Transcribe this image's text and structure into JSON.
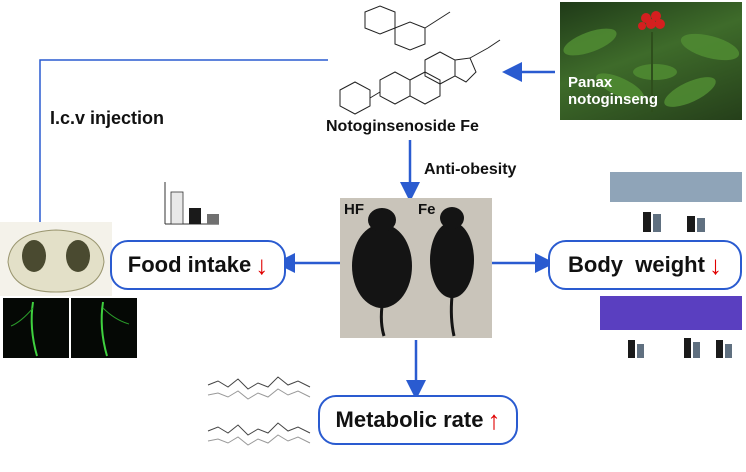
{
  "labels": {
    "compound": "Notoginsenoside Fe",
    "plant": "Panax notoginseng",
    "plant_line1": "Panax",
    "plant_line2": "notoginseng",
    "injection": "I.c.v injection",
    "anti_obesity": "Anti-obesity",
    "mouse_hf": "HF",
    "mouse_fe": "Fe"
  },
  "outcomes": {
    "food_intake": {
      "label": "Food intake",
      "direction": "down",
      "symbol": "↓"
    },
    "body_weight": {
      "label": "Body  weight",
      "direction": "down",
      "symbol": "↓"
    },
    "metabolic_rate": {
      "label": "Metabolic rate",
      "direction": "up",
      "symbol": "↑"
    }
  },
  "colors": {
    "arrow": "#2a5bd0",
    "indicator": "#e00000",
    "plant_berry": "#d41f1f",
    "histology": "#5a3fc0"
  }
}
